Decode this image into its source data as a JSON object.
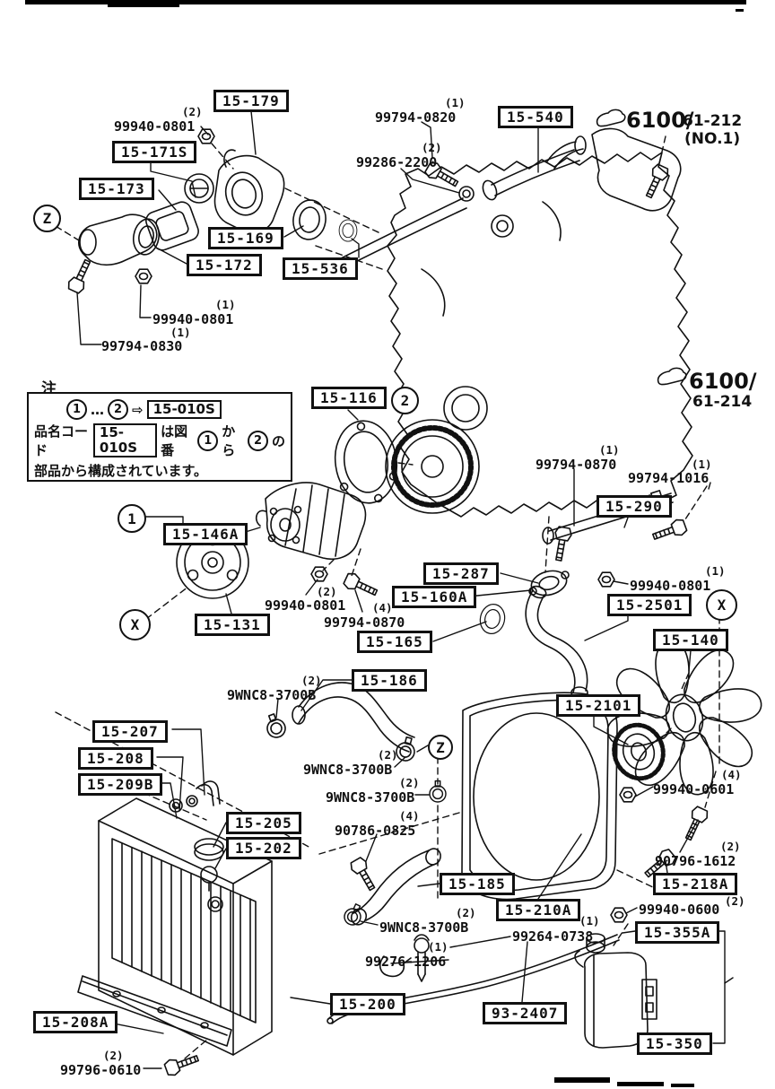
{
  "note": {
    "tag": "注",
    "seq_from": "1",
    "seq_dots": "…",
    "seq_to": "2",
    "seq_arrow": "⇨",
    "seq_code": "15-010S",
    "l2a": "品名コード",
    "l2_code": "15-010S",
    "l2b": "は図番",
    "l2_n1": "1",
    "l2c": "から",
    "l2_n2": "2",
    "l2d": "の",
    "l3": "部品から構成されています。"
  },
  "markers": {
    "z": "Z",
    "x": "X",
    "one": "1",
    "two": "2"
  },
  "refs": [
    {
      "code": "6100/",
      "sheet": "61-212",
      "note": "(NO.1)"
    },
    {
      "code": "6100/",
      "sheet": "61-214",
      "note": ""
    }
  ],
  "boxed_labels": [
    {
      "text": "15-179"
    },
    {
      "text": "15-171S"
    },
    {
      "text": "15-173"
    },
    {
      "text": "15-169"
    },
    {
      "text": "15-172"
    },
    {
      "text": "15-536"
    },
    {
      "text": "15-540"
    },
    {
      "text": "15-116"
    },
    {
      "text": "15-146A"
    },
    {
      "text": "15-131"
    },
    {
      "text": "15-290"
    },
    {
      "text": "15-2501"
    },
    {
      "text": "15-140"
    },
    {
      "text": "15-287"
    },
    {
      "text": "15-160A"
    },
    {
      "text": "15-165"
    },
    {
      "text": "15-186"
    },
    {
      "text": "15-2101"
    },
    {
      "text": "15-207"
    },
    {
      "text": "15-208"
    },
    {
      "text": "15-209B"
    },
    {
      "text": "15-205"
    },
    {
      "text": "15-202"
    },
    {
      "text": "15-185"
    },
    {
      "text": "15-210A"
    },
    {
      "text": "15-218A"
    },
    {
      "text": "15-355A"
    },
    {
      "text": "15-350"
    },
    {
      "text": "15-200"
    },
    {
      "text": "93-2407"
    },
    {
      "text": "15-208A"
    }
  ],
  "part_numbers": [
    {
      "qty": "(2)",
      "text": "99940-0801"
    },
    {
      "qty": "(1)",
      "text": "99940-0801"
    },
    {
      "qty": "(1)",
      "text": "99794-0830"
    },
    {
      "qty": "(1)",
      "text": "99794-0820"
    },
    {
      "qty": "(2)",
      "text": "99286-2200"
    },
    {
      "qty": "(2)",
      "text": "99940-0801"
    },
    {
      "qty": "(4)",
      "text": "99794-0870"
    },
    {
      "qty": "(1)",
      "text": "99794-0870"
    },
    {
      "qty": "(1)",
      "text": "99794-1016"
    },
    {
      "qty": "(1)",
      "text": "99940-0801"
    },
    {
      "qty": "(2)",
      "text": "9WNC8-3700B"
    },
    {
      "qty": "(2)",
      "text": "9WNC8-3700B"
    },
    {
      "qty": "(2)",
      "text": "9WNC8-3700B"
    },
    {
      "qty": "(4)",
      "text": "90786-0825"
    },
    {
      "qty": "(4)",
      "text": "99940-0601"
    },
    {
      "qty": "(2)",
      "text": "90796-1612"
    },
    {
      "qty": "(2)",
      "text": "99940-0600"
    },
    {
      "qty": "(2)",
      "text": "9WNC8-3700B"
    },
    {
      "qty": "(1)",
      "text": "99264-0738"
    },
    {
      "qty": "(1)",
      "text": "99276-1206"
    },
    {
      "qty": "(2)",
      "text": "99796-0610"
    }
  ]
}
